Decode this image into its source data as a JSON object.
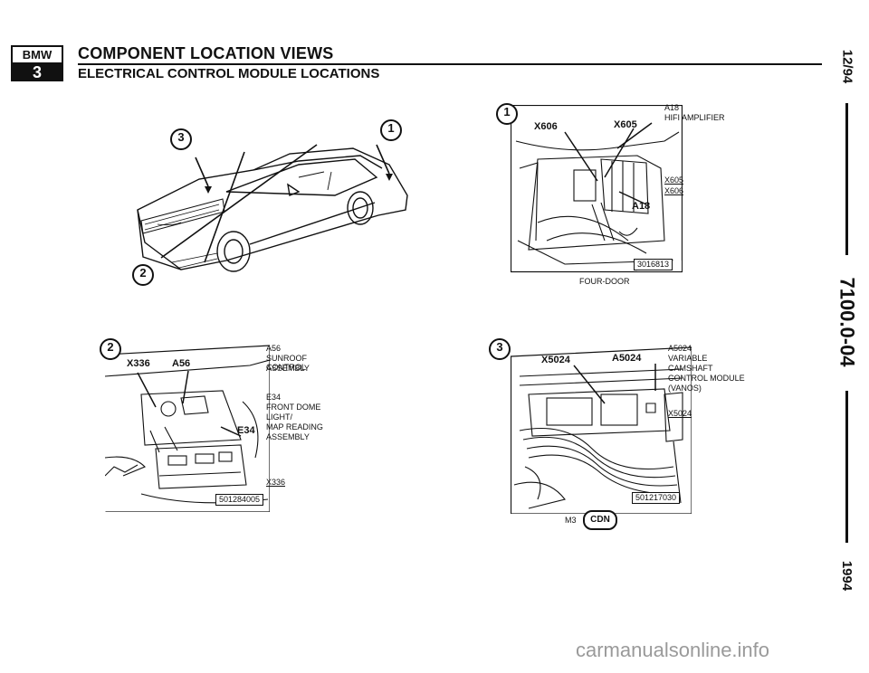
{
  "header": {
    "logo_top": "BMW",
    "logo_bottom": "3",
    "title": "COMPONENT LOCATION VIEWS",
    "subtitle": "ELECTRICAL CONTROL MODULE LOCATIONS"
  },
  "margin": {
    "date": "12/94",
    "section": "7100.0-04",
    "year": "1994"
  },
  "car_view": {
    "callout_1": "1",
    "callout_2": "2",
    "callout_3": "3"
  },
  "detail_1": {
    "number": "1",
    "codes": [
      "X606",
      "X605",
      "A18"
    ],
    "legend": [
      {
        "code": "A18",
        "desc": "HIFI AMPLIFIER"
      },
      {
        "code": "X605",
        "desc": ""
      },
      {
        "code": "X606",
        "desc": ""
      }
    ],
    "part_no": "3016813",
    "caption": "FOUR-DOOR"
  },
  "detail_2": {
    "number": "2",
    "codes": [
      "X336",
      "A56",
      "E34"
    ],
    "legend_a56": "A56",
    "legend_a56_desc1": "SUNROOF CONTROL",
    "legend_a56_desc2": "ASSEMBLY",
    "legend_e34": "E34",
    "legend_e34_desc1": "FRONT DOME",
    "legend_e34_desc2": "LIGHT/",
    "legend_e34_desc3": "MAP READING",
    "legend_e34_desc4": "ASSEMBLY",
    "legend_x336": "X336",
    "part_no": "501284005"
  },
  "detail_3": {
    "number": "3",
    "codes": [
      "X5024",
      "A5024"
    ],
    "legend_a5024": "A5024",
    "legend_a5024_desc1": "VARIABLE",
    "legend_a5024_desc2": "CAMSHAFT",
    "legend_a5024_desc3": "CONTROL MODULE",
    "legend_a5024_desc4": "(VANOS)",
    "legend_x5024": "X5024",
    "part_no": "501217030",
    "caption_model": "M3",
    "caption_badge": "CDN"
  },
  "watermark": "carmanualsonline.info",
  "icons": {
    "logo": "bmw-3-series-logo",
    "car": "bmw-sedan-illustration",
    "trunk": "trunk-amplifier-illustration",
    "dome": "dome-light-illustration",
    "engine": "engine-bay-illustration"
  }
}
